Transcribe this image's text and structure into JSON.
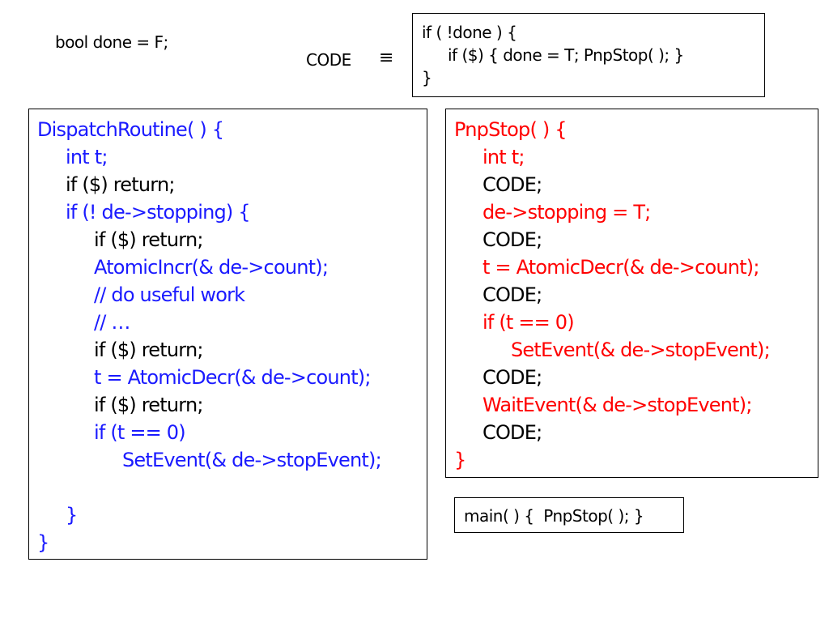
{
  "global_declaration": "bool done = F;",
  "code_definition": {
    "label": "CODE",
    "equiv_symbol": "≡",
    "lines": [
      "if ( !done ) {",
      "if ($) { done = T; PnpStop( ); }",
      "}"
    ]
  },
  "dispatch_routine": {
    "lines": [
      "DispatchRoutine( ) {",
      "int t;",
      "if ($) return;",
      "if (! de->stopping) {",
      "if ($) return;",
      "AtomicIncr(& de->count);",
      "// do useful work",
      "// …",
      "if ($) return;",
      "t = AtomicDecr(& de->count);",
      "if ($) return;",
      "if (t == 0)",
      "SetEvent(& de->stopEvent);",
      "}",
      "}"
    ]
  },
  "pnpstop_routine": {
    "lines": [
      "PnpStop( ) {",
      "int t;",
      "CODE;",
      "de->stopping = T;",
      "CODE;",
      "t = AtomicDecr(& de->count);",
      "CODE;",
      "if (t == 0)",
      "SetEvent(& de->stopEvent);",
      "CODE;",
      "WaitEvent(& de->stopEvent);",
      "CODE;",
      "}"
    ]
  },
  "main_routine": "main( ) {  PnpStop( ); }",
  "colors": {
    "dispatch_text": "#1a1aff",
    "pnpstop_text": "#ff0000",
    "plain_text": "#000000"
  }
}
